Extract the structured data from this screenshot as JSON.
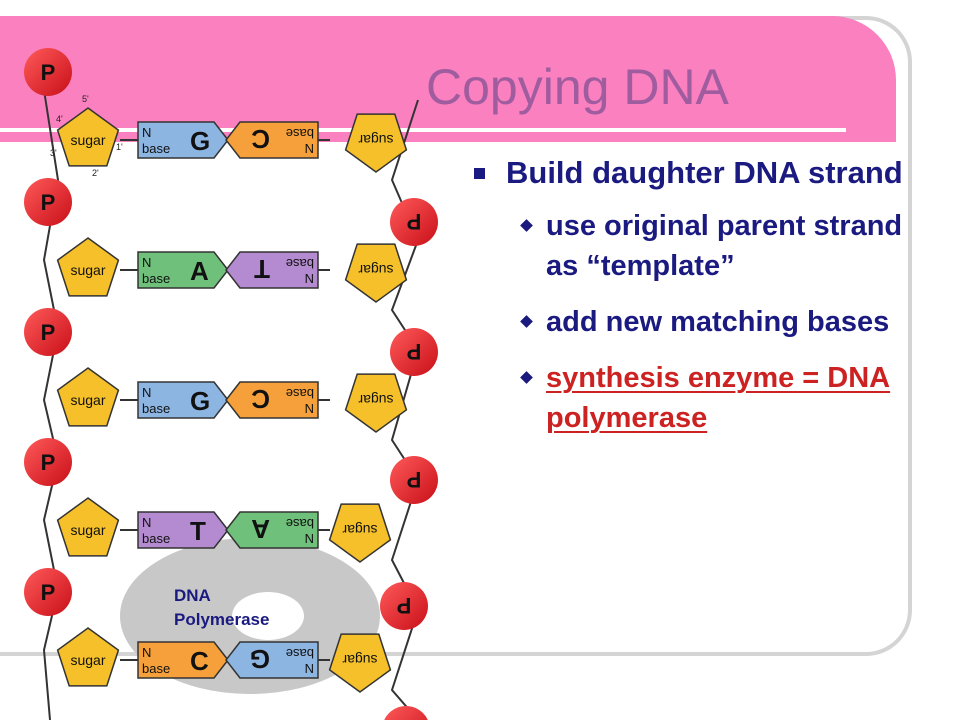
{
  "slide": {
    "title": "Copying DNA",
    "bullet_main": "Build daughter DNA strand",
    "sub_bullets": [
      "use original parent strand as “template”",
      "add new matching bases",
      "synthesis enzyme = DNA polymerase"
    ]
  },
  "diagram": {
    "phosphate": "P",
    "sugar": "sugar",
    "n": "N",
    "base": "base",
    "left_pairs": [
      "G",
      "A",
      "G",
      "T",
      "C"
    ],
    "right_pairs": [
      "C",
      "T",
      "C",
      "A",
      "G"
    ],
    "enzyme_label_1": "DNA",
    "enzyme_label_2": "Polymerase",
    "carbon_labels": [
      "5'",
      "4'",
      "3'",
      "2'",
      "1'"
    ]
  },
  "colors": {
    "title": "#9f5c9f",
    "bar": "#fa80bf",
    "bullet": "#1a1a80",
    "highlight": "#cc2222",
    "phosphate": "#e31b23",
    "sugar": "#f5c02a"
  }
}
